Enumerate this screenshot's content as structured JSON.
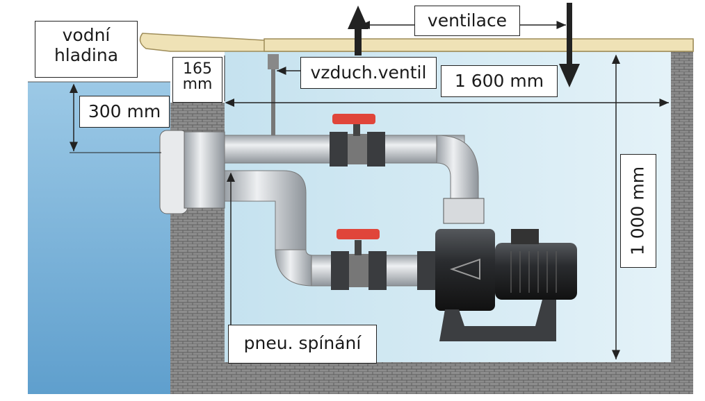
{
  "labels": {
    "water_level_line1": "vodní",
    "water_level_line2": "hladina",
    "ventilation": "ventilace",
    "depth_165_value": "165",
    "depth_165_unit": "mm",
    "air_valve": "vzduch.ventil",
    "width_1600": "1 600 mm",
    "depth_300": "300 mm",
    "height_1000": "1 000 mm",
    "pneumatic_switch": "pneu. spínání"
  },
  "colors": {
    "pool_water": "#7fb8dc",
    "room_air": "#d3e9f3",
    "masonry": "#8a8a8a",
    "pipe": "#c8ccd0",
    "valve_handle": "#e0453a",
    "pump_body": "#2b2d30",
    "deck": "#efe2b6"
  }
}
